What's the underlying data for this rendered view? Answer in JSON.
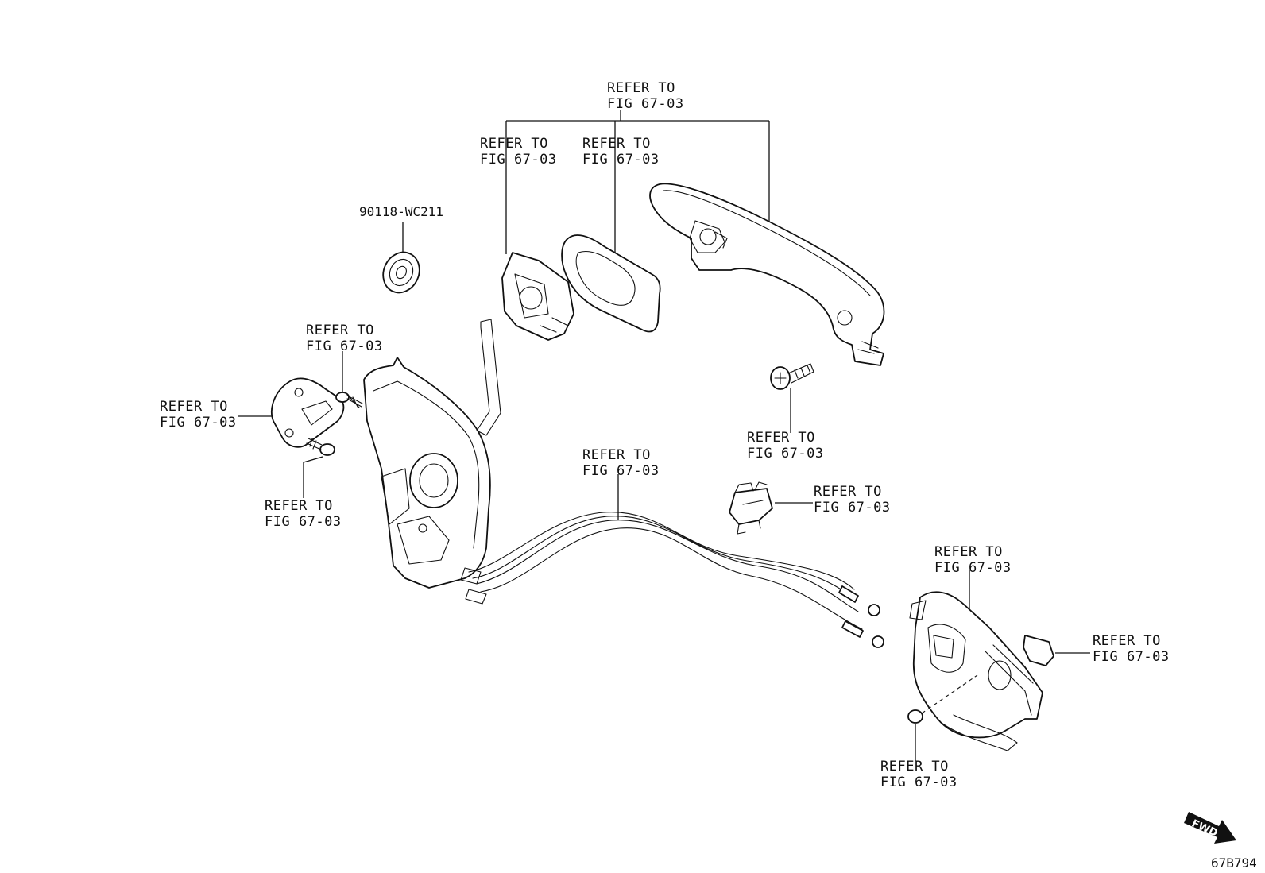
{
  "labels": {
    "ref_top_line1": "REFER TO",
    "ref_top_line2": "FIG 67-03",
    "ref_cover_line1": "REFER TO",
    "ref_cover_line2": "FIG 67-03",
    "ref_gasket_line1": "REFER TO",
    "ref_gasket_line2": "FIG 67-03",
    "part_number_grommet": "90118-WC211",
    "ref_striker_screw_line1": "REFER TO",
    "ref_striker_screw_line2": "FIG 67-03",
    "ref_striker_line1": "REFER TO",
    "ref_striker_line2": "FIG 67-03",
    "ref_lower_screw_line1": "REFER TO",
    "ref_lower_screw_line2": "FIG 67-03",
    "ref_bolt_line1": "REFER TO",
    "ref_bolt_line2": "FIG 67-03",
    "ref_cable_line1": "REFER TO",
    "ref_cable_line2": "FIG 67-03",
    "ref_clip_line1": "REFER TO",
    "ref_clip_line2": "FIG 67-03",
    "ref_inner_handle_line1": "REFER TO",
    "ref_inner_handle_line2": "FIG 67-03",
    "ref_cap_line1": "REFER TO",
    "ref_cap_line2": "FIG 67-03",
    "ref_inner_screw_line1": "REFER TO",
    "ref_inner_screw_line2": "FIG 67-03",
    "fwd_text": "FWD",
    "diagram_code": "67B794"
  },
  "icons": {
    "direction": "fwd-arrow-icon"
  }
}
